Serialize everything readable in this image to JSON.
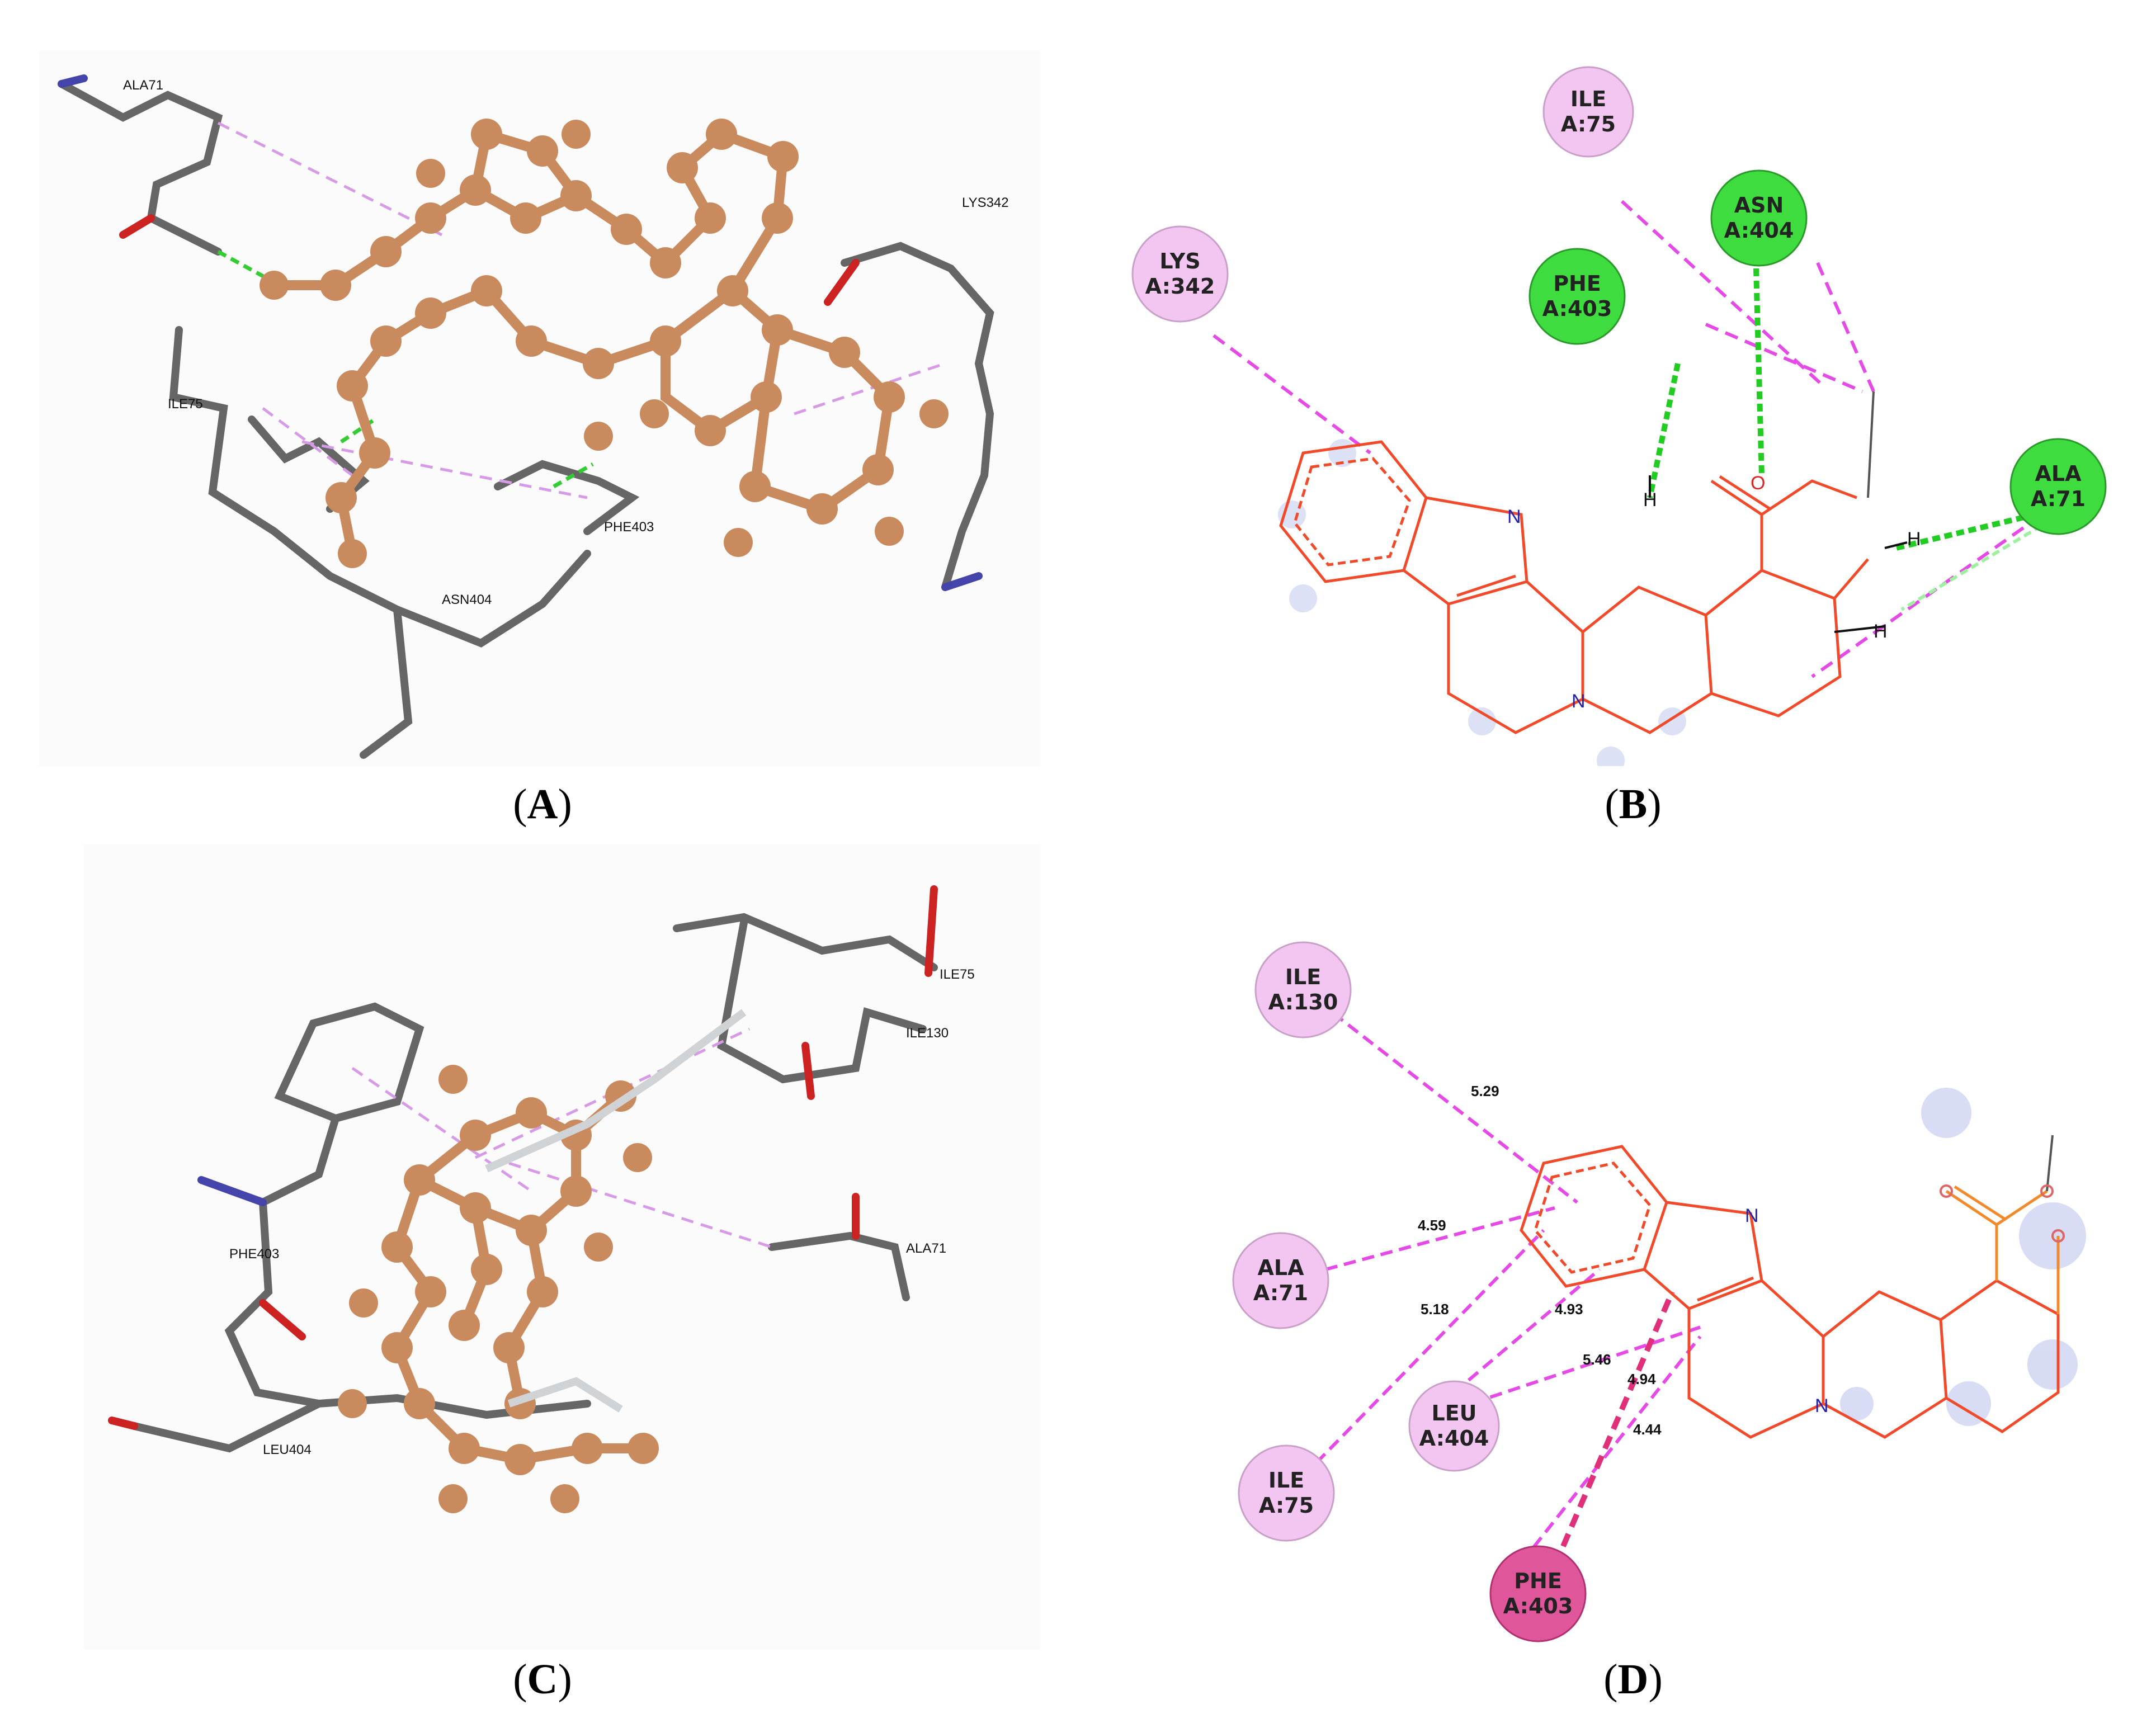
{
  "panels": {
    "a": {
      "caption_open": "(",
      "caption_letter": "A",
      "caption_close": ")",
      "residues": [
        "ALA71",
        "LYS342",
        "ILE75",
        "PHE403",
        "ASN404"
      ]
    },
    "b": {
      "caption_open": "(",
      "caption_letter": "B",
      "caption_close": ")",
      "residues": [
        {
          "name": "ILE",
          "chain": "A:75",
          "color": "#f2c6f0"
        },
        {
          "name": "ASN",
          "chain": "A:404",
          "color": "#3fdc3f"
        },
        {
          "name": "LYS",
          "chain": "A:342",
          "color": "#f2c6f0"
        },
        {
          "name": "PHE",
          "chain": "A:403",
          "color": "#3fdc3f"
        },
        {
          "name": "ALA",
          "chain": "A:71",
          "color": "#3fdc3f"
        }
      ],
      "atoms": {
        "n": "N",
        "h1": "H",
        "o": "O",
        "h2": "H",
        "h3": "H",
        "n2": "N"
      }
    },
    "c": {
      "caption_open": "(",
      "caption_letter": "C",
      "caption_close": ")",
      "residues": [
        "ILE75",
        "ILE130",
        "ALA71",
        "PHE403",
        "LEU404"
      ]
    },
    "d": {
      "caption_open": "(",
      "caption_letter": "D",
      "caption_close": ")",
      "residues": [
        {
          "name": "ILE",
          "chain": "A:130",
          "color": "#f2c6f0"
        },
        {
          "name": "ALA",
          "chain": "A:71",
          "color": "#f2c6f0"
        },
        {
          "name": "ILE",
          "chain": "A:75",
          "color": "#f2c6f0"
        },
        {
          "name": "LEU",
          "chain": "A:404",
          "color": "#f2c6f0"
        },
        {
          "name": "PHE",
          "chain": "A:403",
          "color": "#e0569a"
        }
      ],
      "distances": [
        "5.29",
        "4.59",
        "5.18",
        "4.93",
        "5.46",
        "4.94",
        "4.44"
      ],
      "atoms": {
        "n1": "N",
        "n2": "N"
      }
    }
  },
  "colors": {
    "ligand": "#c98a5e",
    "bond_2d": "#f04a2a",
    "protein": "#555555",
    "hbond": "#22cc22",
    "pi_alkyl": "#e64ae6",
    "pi_pi": "#e0307a"
  }
}
